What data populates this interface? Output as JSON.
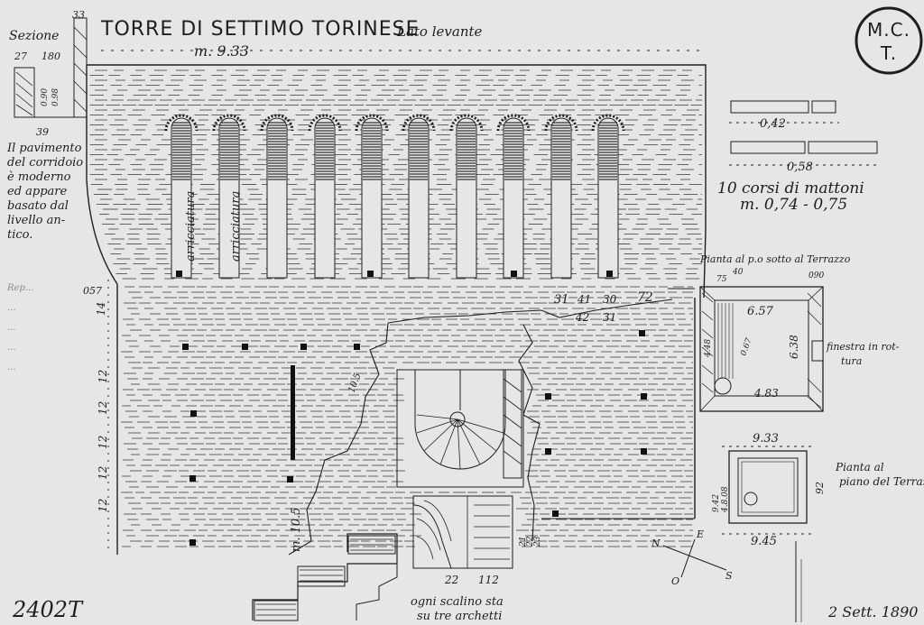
{
  "title": {
    "main": "TORRE DI SETTIMO TORINESE",
    "side": "Lato levante",
    "width_label": "m. 9.33"
  },
  "stamp": {
    "line1": "M.C.",
    "line2": "T."
  },
  "section_note": {
    "heading": "Sezione",
    "dims": [
      "27",
      "180",
      "33",
      "39"
    ],
    "vertical_dims": [
      "0.90",
      "0.98"
    ],
    "note_lines": [
      "Il pavimento",
      "del corridoio",
      "è moderno",
      "ed appare",
      "basato dal",
      "livello an-",
      "tico."
    ]
  },
  "faint_note_lines": [
    "Rep...",
    "...",
    "...",
    "...",
    "..."
  ],
  "arch_labels": [
    "arricciatura",
    "arricciatura"
  ],
  "brick_note": {
    "top_dim": "0,42",
    "bottom_dim": "0,58",
    "line1": "10 corsi di mattoni",
    "line2": "m. 0,74 - 0,75"
  },
  "plan_upper": {
    "caption": "Pianta al p.o sotto al Terrazzo",
    "dims": [
      "75",
      "40",
      "090"
    ],
    "room_w": "6.57",
    "room_h": "6.38",
    "side_dim": "4.48",
    "stair_dim": "0.67",
    "bottom_dim": "4.83",
    "window_note_1": "finestra in rot-",
    "window_note_2": "tura"
  },
  "plan_terrace": {
    "caption_1": "Pianta al",
    "caption_2": "piano del Terrazzo",
    "top_dim": "9.33",
    "bottom_dim": "9.45",
    "left_dims": [
      "9.42",
      "4.8.08"
    ],
    "right_dim": "92"
  },
  "left_dims": [
    "057",
    "14",
    "12",
    "12",
    "12",
    "12",
    "12"
  ],
  "wall_dims": {
    "a": "31",
    "b": "41",
    "c": "42",
    "d": "30",
    "e": "31",
    "f": "72",
    "height_note": "m. 10.5",
    "crack": "10.5"
  },
  "stair_dims": {
    "left": "22",
    "right": "112",
    "side_1": "21",
    "side_2": "22",
    "side_3": "23"
  },
  "stair_note": {
    "line1": "ogni scalino sta",
    "line2": "su tre archetti"
  },
  "compass": {
    "n": "N",
    "e": "E",
    "s": "S",
    "o": "O"
  },
  "inventory": "2402T",
  "date": "2 Sett. 1890"
}
